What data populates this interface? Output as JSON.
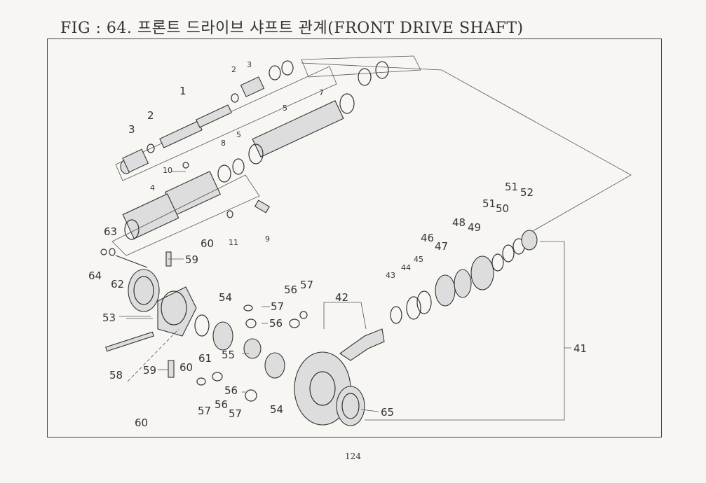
{
  "title": "FIG : 64. 프론트 드라이브 샤프트 관계(FRONT DRIVE SHAFT)",
  "page_number": "124",
  "part_labels": {
    "p1": "1",
    "p2a": "2",
    "p2b": "2",
    "p3a": "3",
    "p3b": "3",
    "p4": "4",
    "p5a": "5",
    "p5b": "5",
    "p7": "7",
    "p8": "8",
    "p9": "9",
    "p10": "10",
    "p11": "11",
    "p41": "41",
    "p42": "42",
    "p43": "43",
    "p44": "44",
    "p45": "45",
    "p46": "46",
    "p47": "47",
    "p48": "48",
    "p49": "49",
    "p50": "50",
    "p51a": "51",
    "p51b": "51",
    "p52": "52",
    "p53": "53",
    "p54a": "54",
    "p54b": "54",
    "p55": "55",
    "p56a": "56",
    "p56b": "56",
    "p56c": "56",
    "p56d": "56",
    "p57a": "57",
    "p57b": "57",
    "p57c": "57",
    "p57d": "57",
    "p58": "58",
    "p59a": "59",
    "p59b": "59",
    "p60a": "60",
    "p60b": "60",
    "p60c": "60",
    "p61": "61",
    "p62": "62",
    "p63": "63",
    "p64": "64",
    "p65": "65"
  }
}
